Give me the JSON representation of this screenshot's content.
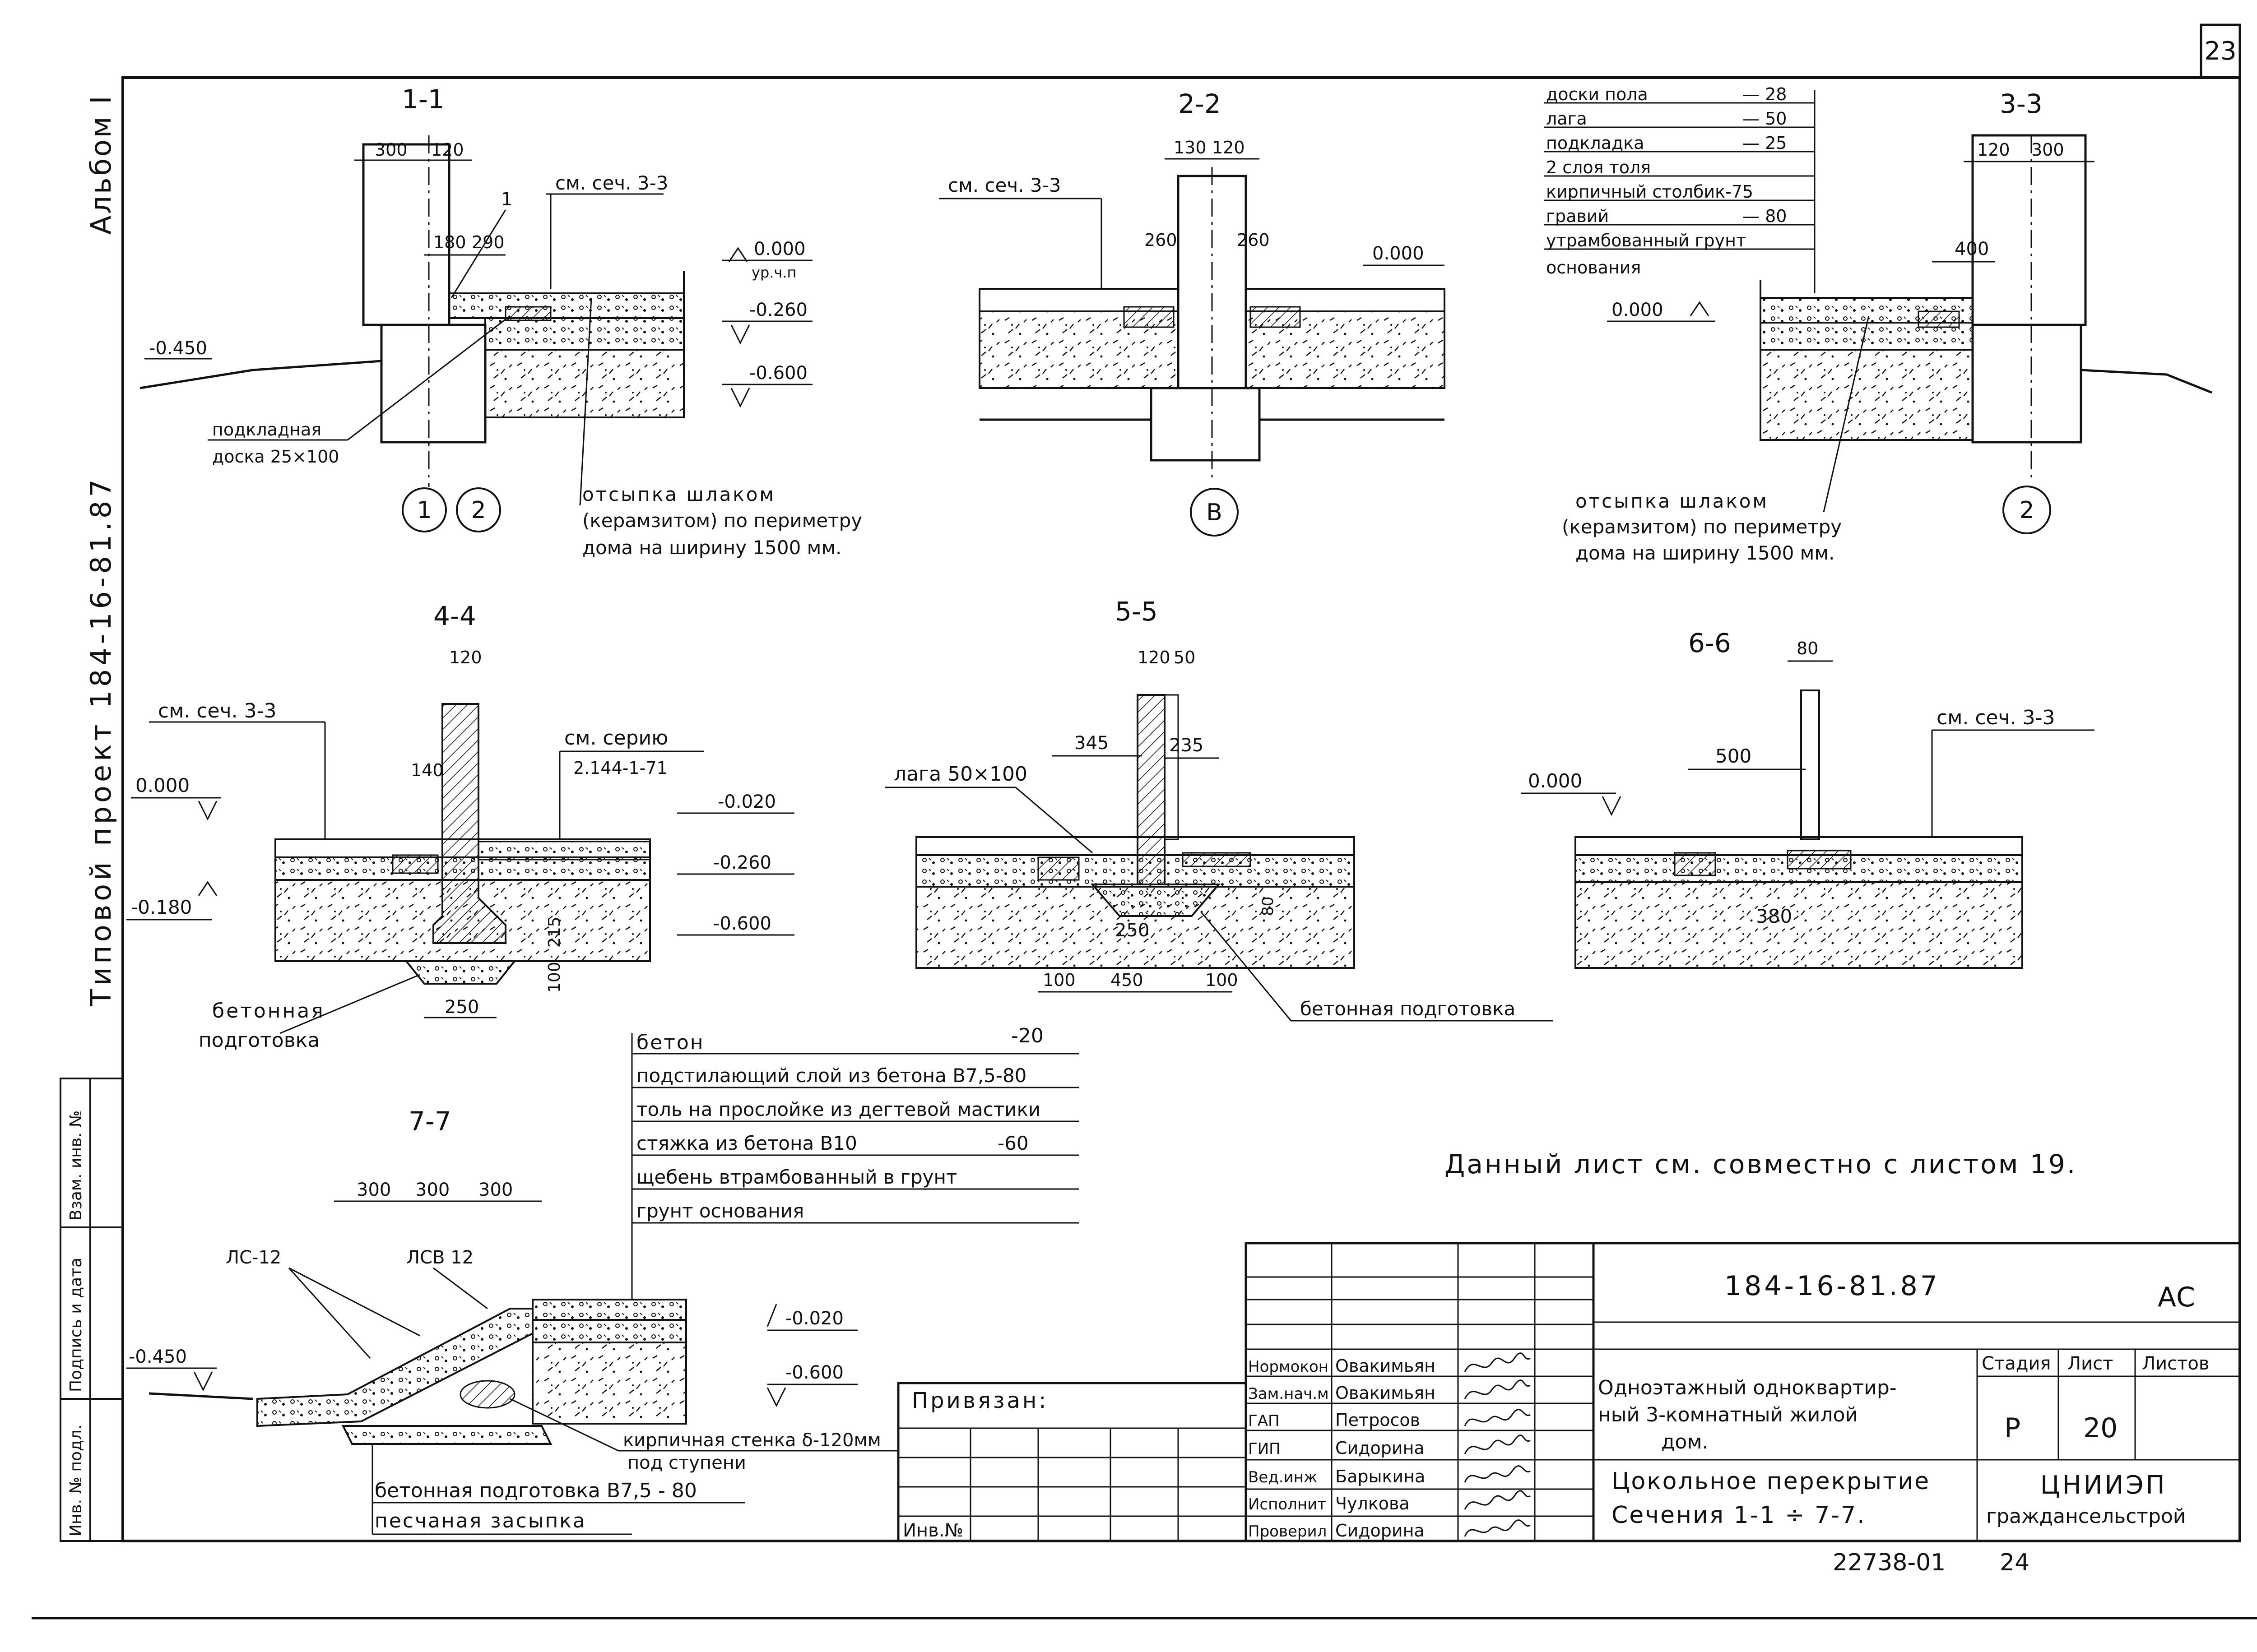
{
  "sheet_number": "23",
  "side": {
    "album": "Альбом I",
    "project": "Типовой проект 184-16-81.87"
  },
  "stamp_left": [
    "Инв. № подл.",
    "Подпись и дата",
    "Взам. инв. №"
  ],
  "sections": {
    "s1": {
      "title": "1-1",
      "dims": [
        "300",
        "120",
        "180",
        "290"
      ],
      "callout_num": "1",
      "ref": "см. сеч. 3-3",
      "levels": [
        "0.000",
        "ур.ч.п",
        "-0.260",
        "-0.600",
        "-0.450"
      ],
      "board_label": [
        "подкладная",
        "доска 25×100"
      ],
      "axes": [
        "1",
        "2"
      ],
      "fill_note": [
        "отсыпка шлаком",
        "(керамзитом) по периметру",
        "дома на ширину 1500 мм."
      ]
    },
    "s2": {
      "title": "2-2",
      "dims": [
        "130",
        "120",
        "260",
        "260"
      ],
      "ref": "см. сеч. 3-3",
      "level": "0.000",
      "axis": "В"
    },
    "s3": {
      "title": "3-3",
      "layers": [
        {
          "name": "доски пола",
          "value": "— 28"
        },
        {
          "name": "лага",
          "value": "— 50"
        },
        {
          "name": "подкладка",
          "value": "— 25"
        },
        {
          "name": "2 слоя толя",
          "value": ""
        },
        {
          "name": "кирпичный столбик-75",
          "value": ""
        },
        {
          "name": "гравий",
          "value": "— 80"
        },
        {
          "name": "утрамбованный грунт",
          "value": ""
        },
        {
          "name": "основания",
          "value": ""
        }
      ],
      "dims": [
        "120",
        "300",
        "400"
      ],
      "level": "0.000",
      "axis": "2",
      "fill_note": [
        "отсыпка шлаком",
        "(керамзитом) по периметру",
        "дома на ширину 1500 мм."
      ]
    },
    "s4": {
      "title": "4-4",
      "dims": [
        "120",
        "140",
        "215",
        "100",
        "250"
      ],
      "ref": "см. сеч. 3-3",
      "series_ref": [
        "см. серию",
        "2.144-1-71"
      ],
      "levels": [
        "0.000",
        "-0.180",
        "-0.020",
        "-0.260",
        "-0.600"
      ],
      "concrete_label": [
        "бетонная",
        "подготовка"
      ]
    },
    "s5": {
      "title": "5-5",
      "dims": [
        "120",
        "50",
        "345",
        "235",
        "80",
        "250",
        "100",
        "450",
        "100"
      ],
      "lag_label": "лага 50×100",
      "concrete_label": "бетонная подготовка"
    },
    "s6": {
      "title": "6-6",
      "dims": [
        "80",
        "500",
        "380"
      ],
      "ref": "см. сеч. 3-3",
      "level": "0.000"
    },
    "s7": {
      "title": "7-7",
      "dims": [
        "300",
        "300",
        "300"
      ],
      "marks": [
        "ЛС-12",
        "ЛСВ 12"
      ],
      "levels": [
        "-0.450",
        "-0.020",
        "-0.600"
      ],
      "layers": [
        {
          "name": "бетон",
          "value": "-20"
        },
        {
          "name": "подстилающий слой из бетона В7,5-80",
          "value": ""
        },
        {
          "name": "толь на прослойке из дегтевой мастики",
          "value": ""
        },
        {
          "name": "стяжка из бетона В10",
          "value": "-60"
        },
        {
          "name": "щебень втрамбованный в грунт",
          "value": ""
        },
        {
          "name": "грунт основания",
          "value": ""
        }
      ],
      "brick_wall": [
        "кирпичная стенка δ-120мм",
        "под ступени"
      ],
      "bottom_layers": [
        "бетонная подготовка В7,5 - 80",
        "песчаная засыпка"
      ]
    }
  },
  "note": "Данный лист см. совместно с листом 19.",
  "title_block": {
    "code": "184-16-81.87",
    "mark": "АС",
    "tied": "Привязан:",
    "inv": "Инв.№",
    "object": [
      "Одноэтажный одноквартир-",
      "ный 3-комнатный жилой",
      "дом."
    ],
    "drawing": [
      "Цокольное перекрытие",
      "Сечения 1-1 ÷ 7-7."
    ],
    "org": [
      "ЦНИИЭП",
      "граждансельстрой"
    ],
    "headers": [
      "Стадия",
      "Лист",
      "Листов"
    ],
    "stage": "Р",
    "sheet": "20",
    "people": [
      {
        "role": "Нормокон",
        "name": "Овакимьян"
      },
      {
        "role": "Зам.нач.м",
        "name": "Овакимьян"
      },
      {
        "role": "ГАП",
        "name": "Петросов"
      },
      {
        "role": "ГИП",
        "name": "Сидорина"
      },
      {
        "role": "Вед.инж",
        "name": "Барыкина"
      },
      {
        "role": "Исполнит",
        "name": "Чулкова"
      },
      {
        "role": "Проверил",
        "name": "Сидорина"
      }
    ]
  },
  "footer": {
    "order": "22738-01",
    "page": "24"
  }
}
